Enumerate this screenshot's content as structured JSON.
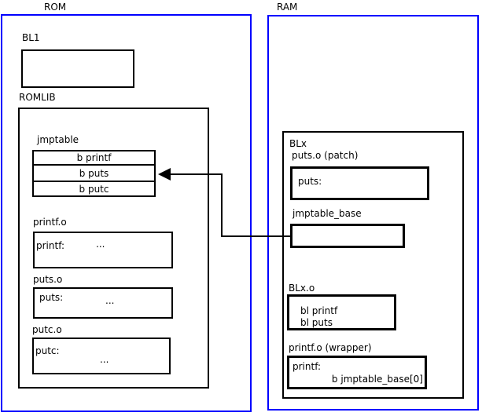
{
  "colors": {
    "panel_border": "#0000ff",
    "box_border": "#000000",
    "background": "#ffffff"
  },
  "rom": {
    "title": "ROM",
    "bl1_label": "BL1",
    "romlib": {
      "label": "ROMLIB",
      "jmptable": {
        "label": "jmptable",
        "entries": [
          "b printf",
          "b puts",
          "b putc"
        ]
      },
      "printf_o": {
        "label": "printf.o",
        "symbol": "printf:",
        "body": "..."
      },
      "puts_o": {
        "label": "puts.o",
        "symbol": "puts:",
        "body": "..."
      },
      "putc_o": {
        "label": "putc.o",
        "symbol": "putc:",
        "body": "..."
      }
    }
  },
  "ram": {
    "title": "RAM",
    "blx": {
      "label": "BLx",
      "puts_patch": {
        "label": "puts.o (patch)",
        "symbol": "puts:"
      },
      "jmptable_base": {
        "label": "jmptable_base"
      },
      "blx_o": {
        "label": "BLx.o",
        "lines": [
          "bl printf",
          "bl puts"
        ]
      },
      "printf_wrapper": {
        "label": "printf.o (wrapper)",
        "symbol": "printf:",
        "instruction": "b jmptable_base[0]"
      }
    }
  }
}
